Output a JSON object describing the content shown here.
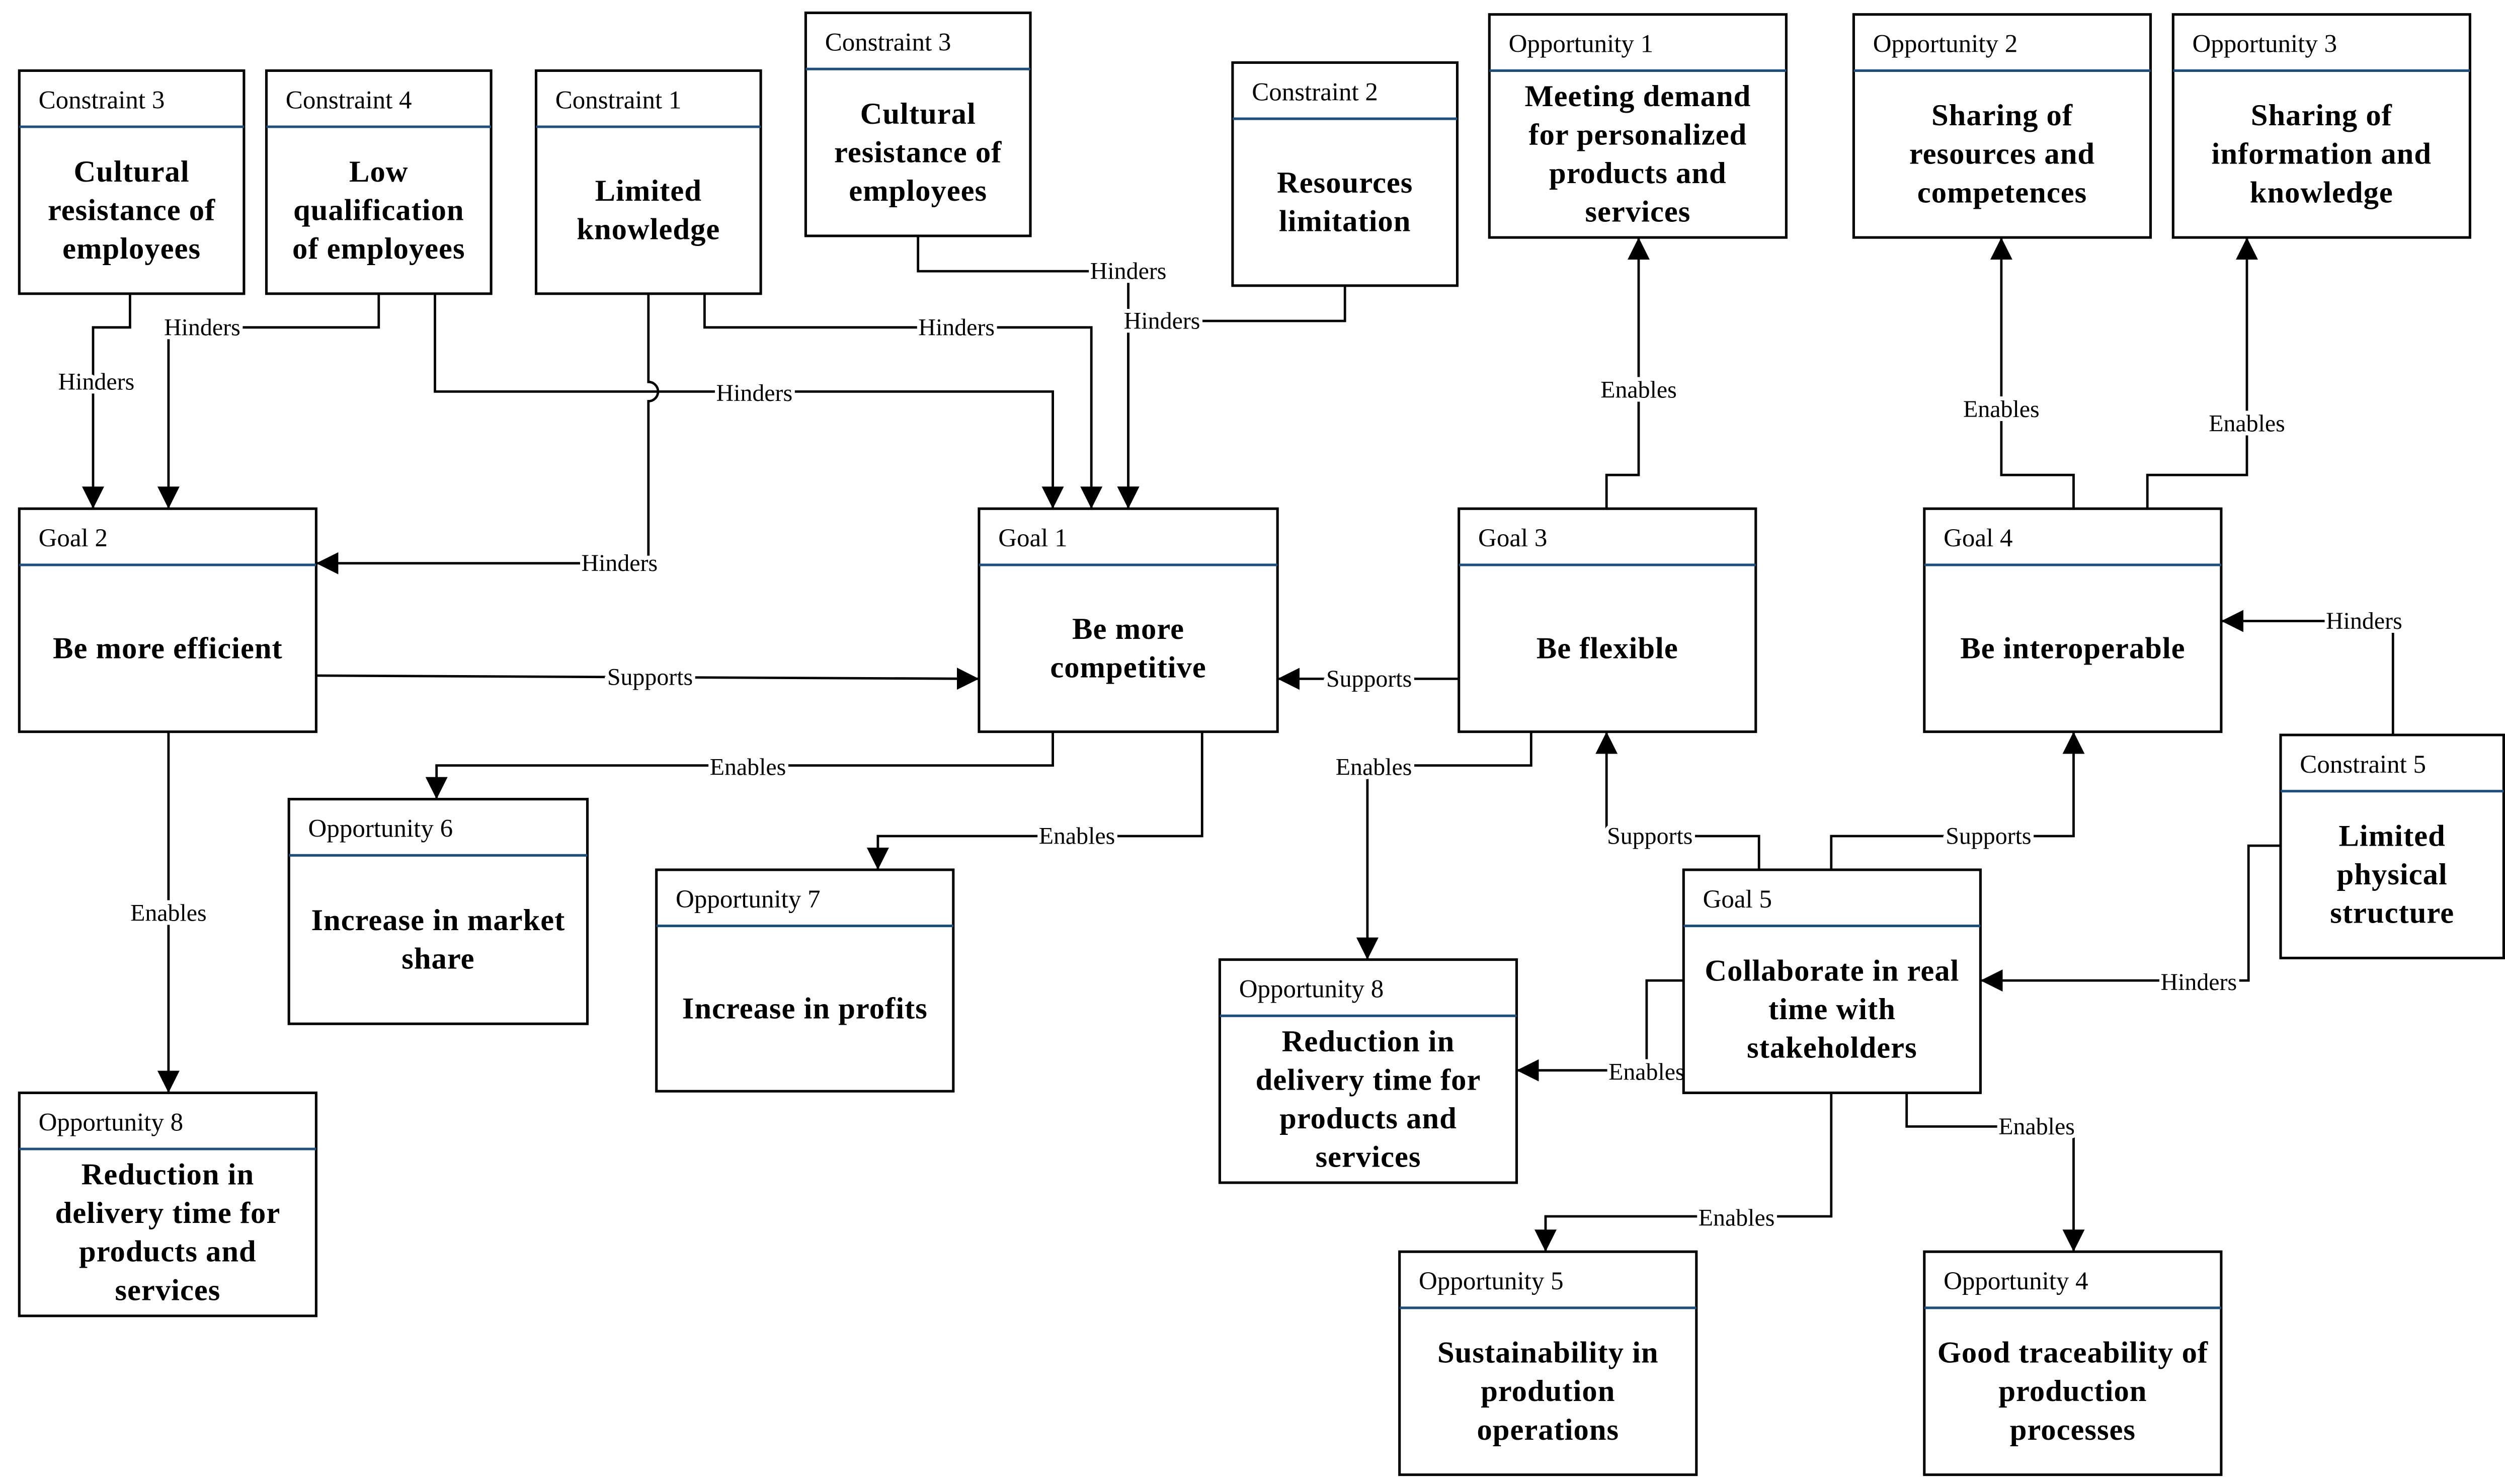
{
  "colors": {
    "box_stroke": "#000000",
    "header_divider": "#1f4e79",
    "line": "#000000",
    "text": "#000000",
    "background": "#ffffff"
  },
  "nodes": [
    {
      "id": "c3a",
      "kind": "constraint",
      "label": "Constraint 3",
      "text": [
        "Cultural",
        "resistance of",
        "employees"
      ]
    },
    {
      "id": "c4",
      "kind": "constraint",
      "label": "Constraint 4",
      "text": [
        "Low",
        "qualification",
        "of employees"
      ]
    },
    {
      "id": "c1",
      "kind": "constraint",
      "label": "Constraint 1",
      "text": [
        "Limited",
        "knowledge"
      ]
    },
    {
      "id": "c3b",
      "kind": "constraint",
      "label": "Constraint 3",
      "text": [
        "Cultural",
        "resistance of",
        "employees"
      ]
    },
    {
      "id": "c2",
      "kind": "constraint",
      "label": "Constraint 2",
      "text": [
        "Resources",
        "limitation"
      ]
    },
    {
      "id": "o1",
      "kind": "opportunity",
      "label": "Opportunity 1",
      "text": [
        "Meeting demand",
        "for personalized",
        "products and",
        "services"
      ]
    },
    {
      "id": "o2",
      "kind": "opportunity",
      "label": "Opportunity 2",
      "text": [
        "Sharing of",
        "resources and",
        "competences"
      ]
    },
    {
      "id": "o3",
      "kind": "opportunity",
      "label": "Opportunity 3",
      "text": [
        "Sharing of",
        "information and",
        "knowledge"
      ]
    },
    {
      "id": "g2",
      "kind": "goal",
      "label": "Goal 2",
      "text": [
        "Be more efficient"
      ]
    },
    {
      "id": "g1",
      "kind": "goal",
      "label": "Goal 1",
      "text": [
        "Be more",
        "competitive"
      ]
    },
    {
      "id": "g3",
      "kind": "goal",
      "label": "Goal 3",
      "text": [
        "Be flexible"
      ]
    },
    {
      "id": "g4",
      "kind": "goal",
      "label": "Goal 4",
      "text": [
        "Be interoperable"
      ]
    },
    {
      "id": "c5",
      "kind": "constraint",
      "label": "Constraint 5",
      "text": [
        "Limited",
        "physical",
        "structure"
      ]
    },
    {
      "id": "o6",
      "kind": "opportunity",
      "label": "Opportunity 6",
      "text": [
        "Increase in market",
        "share"
      ]
    },
    {
      "id": "o7",
      "kind": "opportunity",
      "label": "Opportunity 7",
      "text": [
        "Increase in profits"
      ]
    },
    {
      "id": "g5",
      "kind": "goal",
      "label": "Goal 5",
      "text": [
        "Collaborate in real",
        "time with",
        "stakeholders"
      ]
    },
    {
      "id": "o8b",
      "kind": "opportunity",
      "label": "Opportunity 8",
      "text": [
        "Reduction in",
        "delivery time for",
        "products and",
        "services"
      ]
    },
    {
      "id": "o8a",
      "kind": "opportunity",
      "label": "Opportunity 8",
      "text": [
        "Reduction in",
        "delivery time for",
        "products and",
        "services"
      ]
    },
    {
      "id": "o5",
      "kind": "opportunity",
      "label": "Opportunity 5",
      "text": [
        "Sustainability in",
        "prodution",
        "operations"
      ]
    },
    {
      "id": "o4",
      "kind": "opportunity",
      "label": "Opportunity 4",
      "text": [
        "Good traceability of",
        "production",
        "processes"
      ]
    }
  ],
  "edges": [
    {
      "id": "e-c3a-g2",
      "from": "c3a",
      "to": "g2",
      "relation": "Hinders"
    },
    {
      "id": "e-c4-g2",
      "from": "c4",
      "to": "g2",
      "relation": "Hinders"
    },
    {
      "id": "e-c4-g1",
      "from": "c4",
      "to": "g1",
      "relation": "Hinders"
    },
    {
      "id": "e-c1-g1",
      "from": "c1",
      "to": "g1",
      "relation": "Hinders"
    },
    {
      "id": "e-c1-g2",
      "from": "c1",
      "to": "g2",
      "relation": "Hinders"
    },
    {
      "id": "e-c3b-g1",
      "from": "c3b",
      "to": "g1",
      "relation": "Hinders"
    },
    {
      "id": "e-c2-g1",
      "from": "c2",
      "to": "g1",
      "relation": "Hinders"
    },
    {
      "id": "e-g2-g1",
      "from": "g2",
      "to": "g1",
      "relation": "Supports"
    },
    {
      "id": "e-g3-g1",
      "from": "g3",
      "to": "g1",
      "relation": "Supports"
    },
    {
      "id": "e-g3-o1",
      "from": "g3",
      "to": "o1",
      "relation": "Enables"
    },
    {
      "id": "e-g4-o2",
      "from": "g4",
      "to": "o2",
      "relation": "Enables"
    },
    {
      "id": "e-g4-o3",
      "from": "g4",
      "to": "o3",
      "relation": "Enables"
    },
    {
      "id": "e-c5-g4",
      "from": "c5",
      "to": "g4",
      "relation": "Hinders"
    },
    {
      "id": "e-c5-g5",
      "from": "c5",
      "to": "g5",
      "relation": "Hinders"
    },
    {
      "id": "e-g2-o8a",
      "from": "g2",
      "to": "o8a",
      "relation": "Enables"
    },
    {
      "id": "e-g1-o6",
      "from": "g1",
      "to": "o6",
      "relation": "Enables"
    },
    {
      "id": "e-g1-o7",
      "from": "g1",
      "to": "o7",
      "relation": "Enables"
    },
    {
      "id": "e-g3-o8b",
      "from": "g3",
      "to": "o8b",
      "relation": "Enables"
    },
    {
      "id": "e-g5-g3",
      "from": "g5",
      "to": "g3",
      "relation": "Supports"
    },
    {
      "id": "e-g5-g4",
      "from": "g5",
      "to": "g4",
      "relation": "Supports"
    },
    {
      "id": "e-g5-o8b",
      "from": "g5",
      "to": "o8b",
      "relation": "Enables"
    },
    {
      "id": "e-g5-o5",
      "from": "g5",
      "to": "o5",
      "relation": "Enables"
    },
    {
      "id": "e-g5-o4",
      "from": "g5",
      "to": "o4",
      "relation": "Enables"
    }
  ]
}
